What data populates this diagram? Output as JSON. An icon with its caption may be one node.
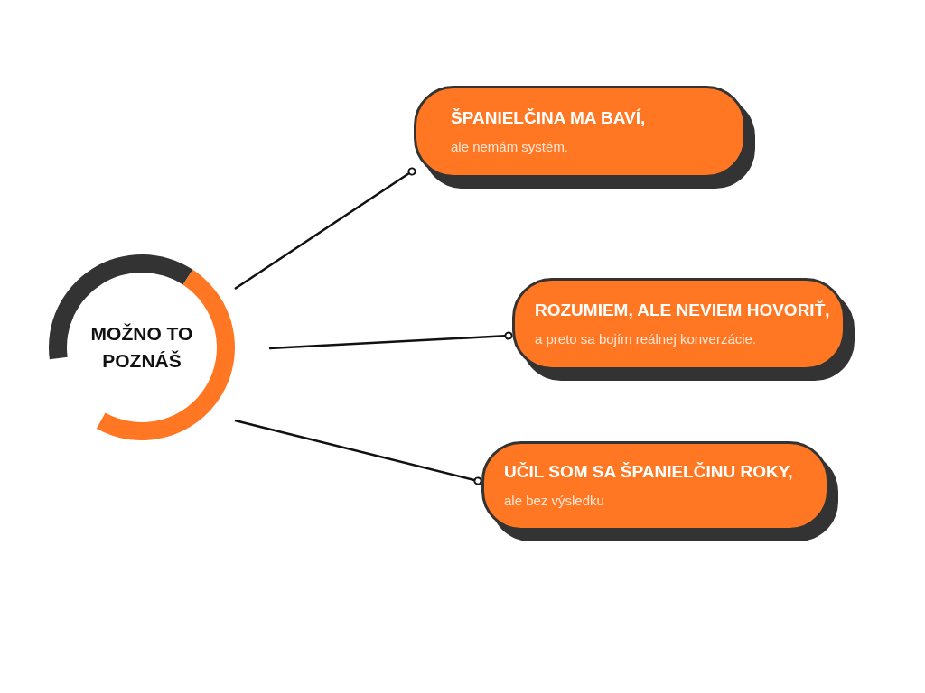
{
  "diagram": {
    "nodes": [
      {
        "text": [
          "MOŽNO TO POZNÁŠ"
        ]
      },
      {
        "text": [
          "ŠPANIELČINA MA BAVÍ,",
          "ale nemám systém."
        ]
      },
      {
        "text": [
          "ROZUMIEM, ALE NEVIEM HOVORIŤ,",
          "a preto sa bojím reálnej konverzácie."
        ]
      },
      {
        "text": [
          "UČIL SOM SA ŠPANIELČINU ROKY,",
          "ale bez výsledku"
        ]
      }
    ],
    "edges": [
      {
        "from": 0,
        "to": 1,
        "arrow": "other"
      },
      {
        "from": 0,
        "to": 2,
        "arrow": "other"
      },
      {
        "from": 0,
        "to": 3,
        "arrow": "other"
      }
    ]
  }
}
